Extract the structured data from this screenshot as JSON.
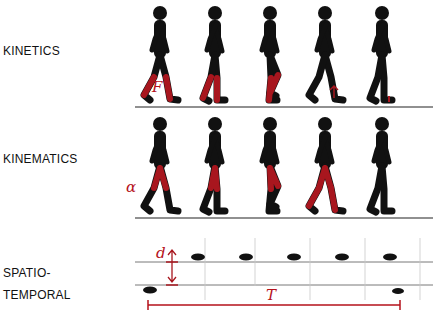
{
  "diagram": {
    "labels": [
      "KINETICS",
      "KINEMATICS",
      "SPATIO- TEMPORAL",
      "F",
      "α",
      "d",
      "T"
    ]
  }
}
